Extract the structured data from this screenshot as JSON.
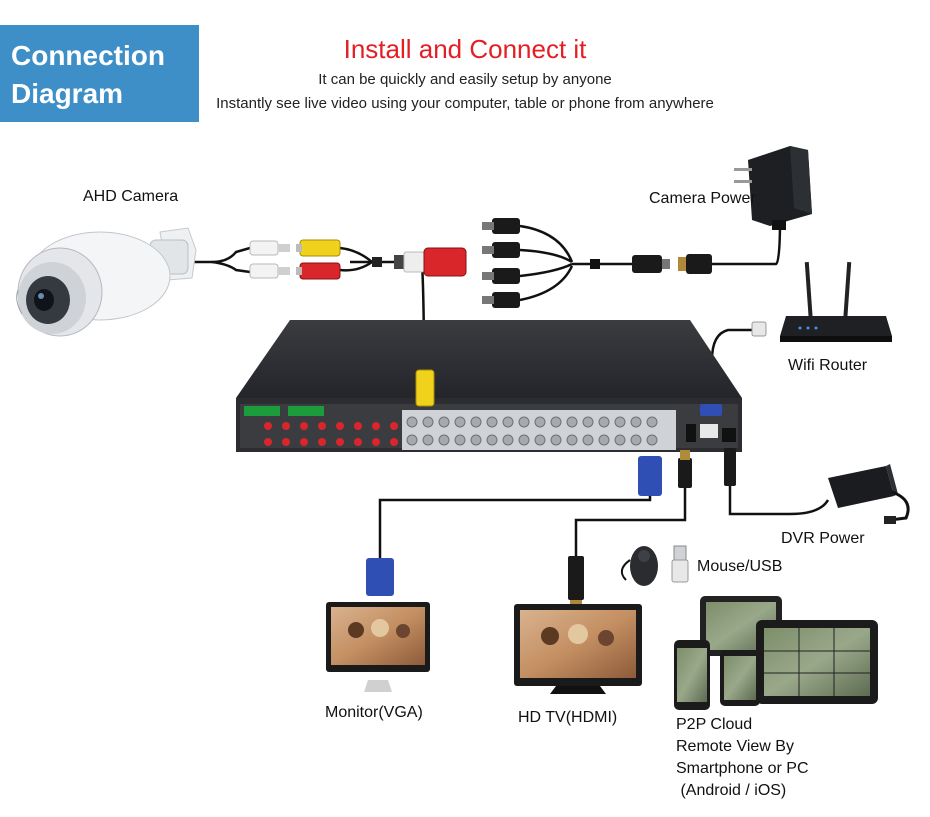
{
  "header": {
    "badge_line1": "Connection",
    "badge_line2": "Diagram",
    "title": "Install and Connect it",
    "subtitle1": "It can be quickly and easily setup by anyone",
    "subtitle2": "Instantly see live video using your computer, table or phone from anywhere"
  },
  "labels": {
    "ahd_camera": "AHD Camera",
    "camera_power": "Camera Power",
    "wifi_router": "Wifi Router",
    "dvr_power": "DVR Power",
    "mouse_usb": "Mouse/USB",
    "monitor_vga": "Monitor(VGA)",
    "hd_tv": "HD TV(HDMI)",
    "p2p_line1": "P2P Cloud",
    "p2p_line2": "Remote View By",
    "p2p_line3": "Smartphone or PC",
    "p2p_line4": " (Android / iOS)"
  },
  "colors": {
    "badge_bg": "#3e8fc8",
    "title": "#e31e24",
    "dvr_body": "#2b2d30",
    "cable": "#111111",
    "rca_red": "#d8262a",
    "rca_yellow": "#f0d21c",
    "vga_blue": "#2f4fb5"
  },
  "icons": [
    "camera-icon",
    "power-adapter-icon",
    "router-icon",
    "dvr-icon",
    "mouse-icon",
    "usb-icon",
    "monitor-icon",
    "tv-icon",
    "tablet-icon",
    "smartphone-icon",
    "laptop-icon"
  ]
}
